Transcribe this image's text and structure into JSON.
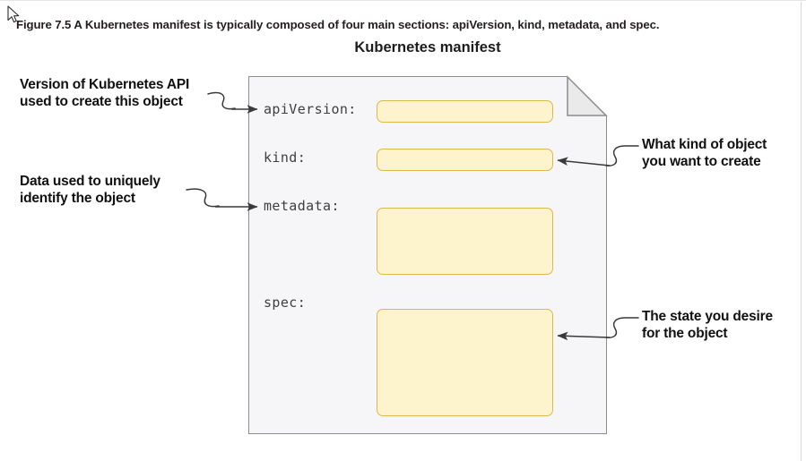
{
  "caption": {
    "text": "Figure 7.5 A Kubernetes manifest is typically composed of four main sections: apiVersion, kind, metadata, and spec."
  },
  "figure": {
    "title": "Kubernetes manifest",
    "doc_background": "#f6f6f9",
    "doc_border": "#8c8c8c",
    "fold_fill": "#eaeaea",
    "value_box_fill": "#fdf3cd",
    "value_box_border": "#ddb84e",
    "arrow_color": "#3a3a3a"
  },
  "fields": [
    {
      "key": "apiVersion",
      "label": "apiVersion:",
      "value": ""
    },
    {
      "key": "kind",
      "label": "kind:",
      "value": ""
    },
    {
      "key": "metadata",
      "label": "metadata:",
      "value": ""
    },
    {
      "key": "spec",
      "label": "spec:",
      "value": ""
    }
  ],
  "annotations": {
    "apiVersion": {
      "line1": "Version of Kubernetes API",
      "line2": "used to create this object",
      "side": "left",
      "target": "apiVersion"
    },
    "metadata": {
      "line1": "Data used to uniquely",
      "line2": "identify the object",
      "side": "left",
      "target": "metadata"
    },
    "kind": {
      "line1": "What kind of object",
      "line2": "you want to create",
      "side": "right",
      "target": "kind"
    },
    "spec": {
      "line1": "The state you desire",
      "line2": "for the object",
      "side": "right",
      "target": "spec"
    }
  },
  "cursor": {
    "icon": "mouse-pointer-icon"
  }
}
